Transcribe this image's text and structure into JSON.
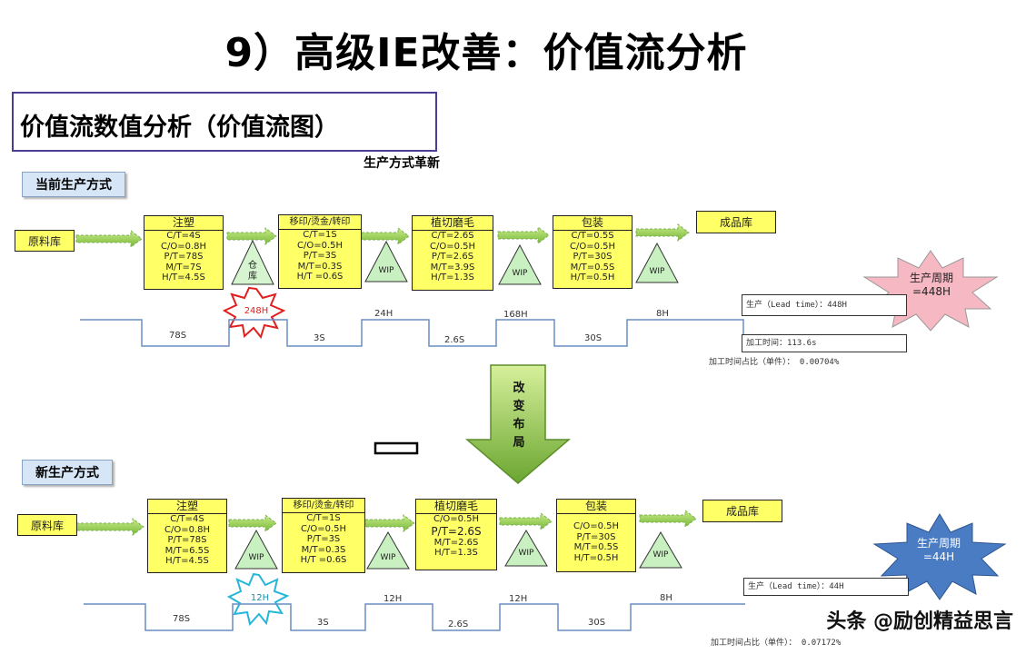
{
  "title": "9）高级IE改善：价值流分析",
  "subtitle": "价值流数值分析（价值流图）",
  "diagram_title": "生产方式革新",
  "arrow_label": [
    "改",
    "变",
    "布",
    "局"
  ],
  "current": {
    "section_label": "当前生产方式",
    "raw": "原料库",
    "finished": "成品库",
    "processes": [
      {
        "name": "注塑",
        "lines": [
          "C/T=4S",
          "C/O=0.8H",
          "P/T=78S",
          "M/T=7S",
          "H/T=4.5S"
        ]
      },
      {
        "name": "移印/烫金/转印",
        "lines": [
          "C/T=1S",
          "C/O=0.5H",
          "P/T=3S",
          "M/T=0.3S",
          "H/T =0.6S"
        ]
      },
      {
        "name": "植切磨毛",
        "lines": [
          "C/T=2.6S",
          "C/O=0.5H",
          "P/T=2.6S",
          "M/T=3.9S",
          "H/T=1.3S"
        ]
      },
      {
        "name": "包装",
        "lines": [
          "C/T=0.5S",
          "C/O=0.5H",
          "P/T=30S",
          "M/T=0.5S",
          "H/T=0.5H"
        ]
      }
    ],
    "inventories": [
      "仓\n库",
      "WIP",
      "WIP",
      "WIP"
    ],
    "burst_label": "248H",
    "timeline_upper": [
      "24H",
      "168H",
      "8H"
    ],
    "timeline_lower": [
      "78S",
      "3S",
      "2.6S",
      "30S"
    ],
    "cycle_label": "生产周期\n=448H",
    "lead_time": "生产（Lead time）：448H",
    "process_time": "加工时间：113.6s",
    "ratio": "加工时间占比（单件）：   0.00704%"
  },
  "new": {
    "section_label": "新生产方式",
    "raw": "原料库",
    "finished": "成品库",
    "processes": [
      {
        "name": "注塑",
        "lines": [
          "C/T=4S",
          "C/O=0.8H",
          "P/T=78S",
          "M/T=6.5S",
          "H/T=4.5S"
        ]
      },
      {
        "name": "移印/烫金/转印",
        "lines": [
          "C/T=1S",
          "C/O=0.5H",
          "P/T=3S",
          "M/T=0.3S",
          "H/T =0.6S"
        ]
      },
      {
        "name": "植切磨毛",
        "lines": [
          "C/O=0.5H",
          "P/T=2.6S",
          "M/T=2.6S",
          "H/T=1.3S"
        ]
      },
      {
        "name": "包装",
        "lines": [
          "C/O=0.5H",
          "P/T=30S",
          "M/T=0.5S",
          "H/T=0.5H"
        ]
      }
    ],
    "inventories": [
      "WIP",
      "WIP",
      "WIP",
      "WIP"
    ],
    "burst_label": "12H",
    "timeline_upper": [
      "12H",
      "12H",
      "8H"
    ],
    "timeline_lower": [
      "78S",
      "3S",
      "2.6S",
      "30S"
    ],
    "cycle_label": "生产周期\n=44H",
    "lead_time": "生产（Lead time）：44H",
    "ratio": "加工时间占比（单件）：   0.07172%"
  },
  "watermark": "头条 @励创精益思言",
  "colors": {
    "process_fill": "#ffff66",
    "triangle_fill": "#c8f0c0",
    "arrow_green": "#8fd14f",
    "star_pink": "#f6b8c2",
    "star_blue": "#4a7cc4",
    "burst_red": "#e02020",
    "burst_cyan": "#26b6d8"
  }
}
